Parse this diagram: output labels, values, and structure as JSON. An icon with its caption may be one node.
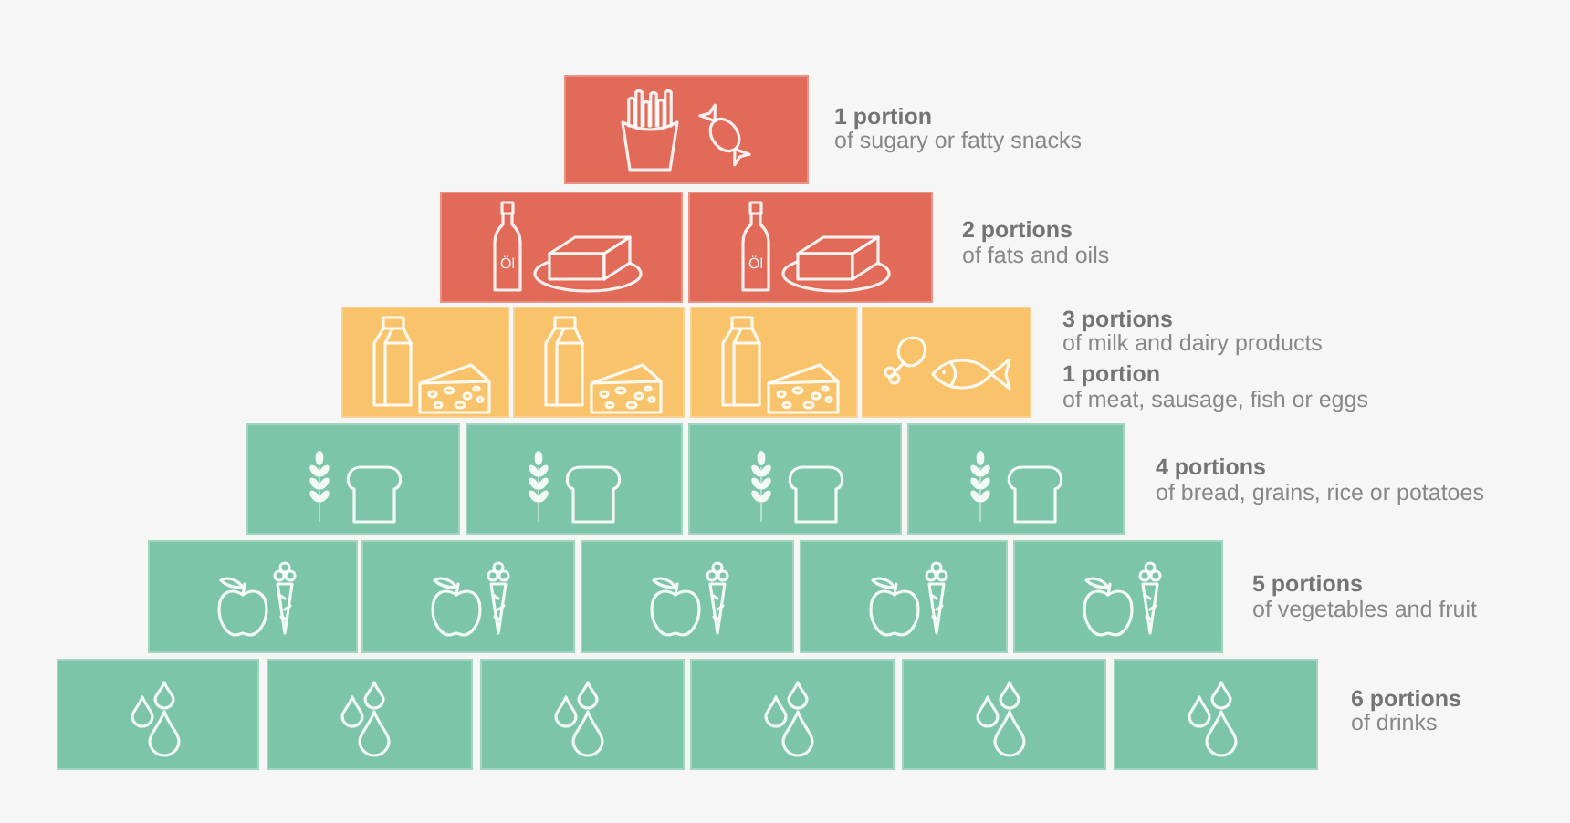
{
  "diagram": {
    "labels": [
      "1 portion",
      "of sugary or fatty snacks",
      "Öl",
      "Öl",
      "2 portions",
      "of fats and oils",
      "3 portions",
      "of milk and dairy products",
      "1 portion",
      "of meat, sausage, fish or eggs",
      "4 portions",
      "of bread, grains, rice or potatoes",
      "5 portions",
      "of vegetables and fruit",
      "6 portions",
      "of drinks"
    ]
  }
}
